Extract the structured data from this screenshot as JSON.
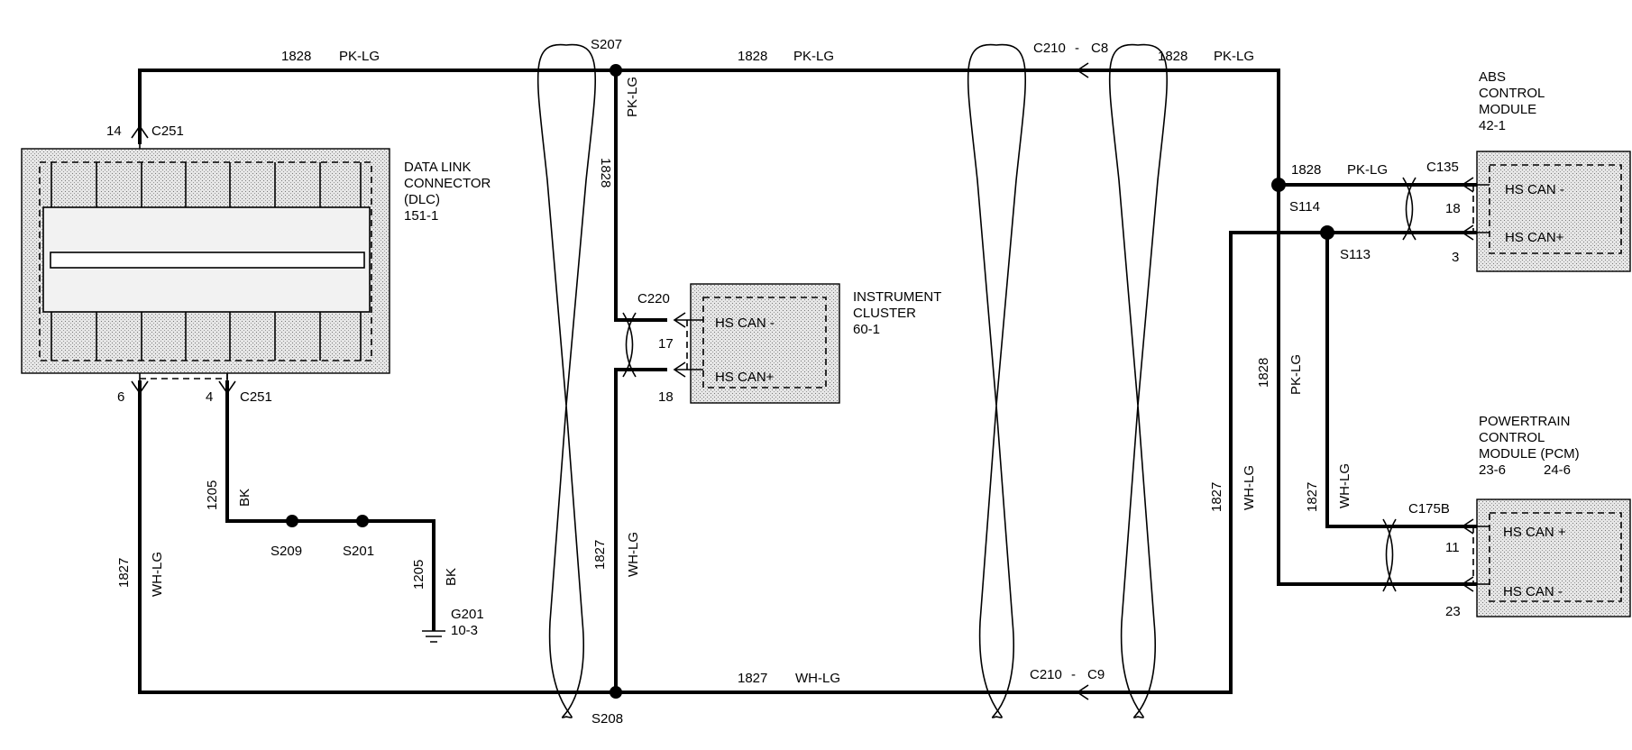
{
  "wires": {
    "top_left_num": "1828",
    "top_left_color": "PK-LG",
    "top_mid_num": "1828",
    "top_mid_color": "PK-LG",
    "top_right_num": "1828",
    "top_right_color": "PK-LG",
    "s207_drop_num": "1828",
    "s207_drop_color": "PK-LG",
    "abs_feed_num": "1828",
    "abs_feed_color": "PK-LG",
    "right_vert_pk_num": "1828",
    "right_vert_pk_color": "PK-LG",
    "right_vert_wh_num": "1827",
    "right_vert_wh_color": "WH-LG",
    "pcm_feed_num": "1827",
    "pcm_feed_color": "WH-LG",
    "left_vert_num": "1827",
    "left_vert_color": "WH-LG",
    "gnd1_num": "1205",
    "gnd1_color": "BK",
    "gnd2_num": "1205",
    "gnd2_color": "BK",
    "s208_rise_num": "1827",
    "s208_rise_color": "WH-LG",
    "bottom_num": "1827",
    "bottom_color": "WH-LG"
  },
  "splices": {
    "s207": "S207",
    "s208": "S208",
    "s114": "S114",
    "s113": "S113",
    "s209": "S209",
    "s201": "S201"
  },
  "connectors": {
    "c251_top": "C251",
    "c251_bottom": "C251",
    "c220": "C220",
    "c210_c8_a": "C210",
    "c210_c8_dash": "-",
    "c210_c8_b": "C8",
    "c210_c9_a": "C210",
    "c210_c9_dash": "-",
    "c210_c9_b": "C9",
    "c135": "C135",
    "c175b": "C175B"
  },
  "pins": {
    "dlc_14": "14",
    "dlc_6": "6",
    "dlc_4": "4",
    "ic_17": "17",
    "ic_18": "18",
    "abs_18": "18",
    "abs_3": "3",
    "pcm_11": "11",
    "pcm_23": "23"
  },
  "ground": {
    "label": "G201",
    "ref": "10-3"
  },
  "components": {
    "dlc": {
      "line1": "DATA LINK",
      "line2": "CONNECTOR",
      "line3": "(DLC)",
      "ref": "151-1"
    },
    "instrument_cluster": {
      "line1": "INSTRUMENT",
      "line2": "CLUSTER",
      "ref": "60-1",
      "pin_low": "HS CAN -",
      "pin_high": "HS CAN+"
    },
    "abs": {
      "line1": "ABS",
      "line2": "CONTROL",
      "line3": "MODULE",
      "ref": "42-1",
      "pin_low": "HS CAN -",
      "pin_high": "HS CAN+"
    },
    "pcm": {
      "line1": "POWERTRAIN",
      "line2": "CONTROL",
      "line3": "MODULE (PCM)",
      "ref1": "23-6",
      "ref2": "24-6",
      "pin_high": "HS CAN +",
      "pin_low": "HS CAN -"
    }
  }
}
